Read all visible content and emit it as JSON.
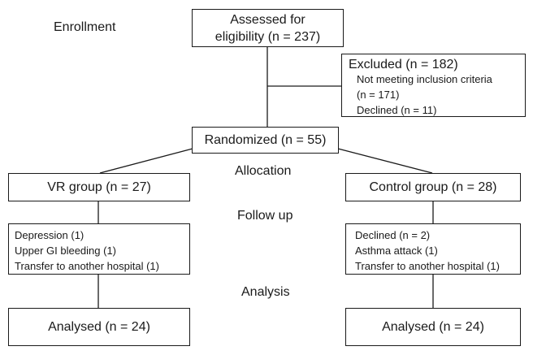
{
  "stages": {
    "enrollment": "Enrollment",
    "allocation": "Allocation",
    "follow_up": "Follow up",
    "analysis": "Analysis"
  },
  "assessed": {
    "line1": "Assessed for",
    "line2": "eligibility (n = 237)"
  },
  "excluded": {
    "title": "Excluded (n = 182)",
    "items": [
      "Not meeting inclusion criteria",
      "(n = 171)",
      "Declined (n = 11)"
    ]
  },
  "randomized": "Randomized (n = 55)",
  "vr_group": {
    "label": "VR group (n = 27)",
    "followup": [
      "Depression (1)",
      "Upper GI bleeding (1)",
      "Transfer to another hospital (1)"
    ],
    "analysed": "Analysed (n = 24)"
  },
  "control_group": {
    "label": "Control group (n = 28)",
    "followup": [
      "Declined (n = 2)",
      "Asthma attack (1)",
      "Transfer to another hospital (1)"
    ],
    "analysed": "Analysed (n = 24)"
  }
}
